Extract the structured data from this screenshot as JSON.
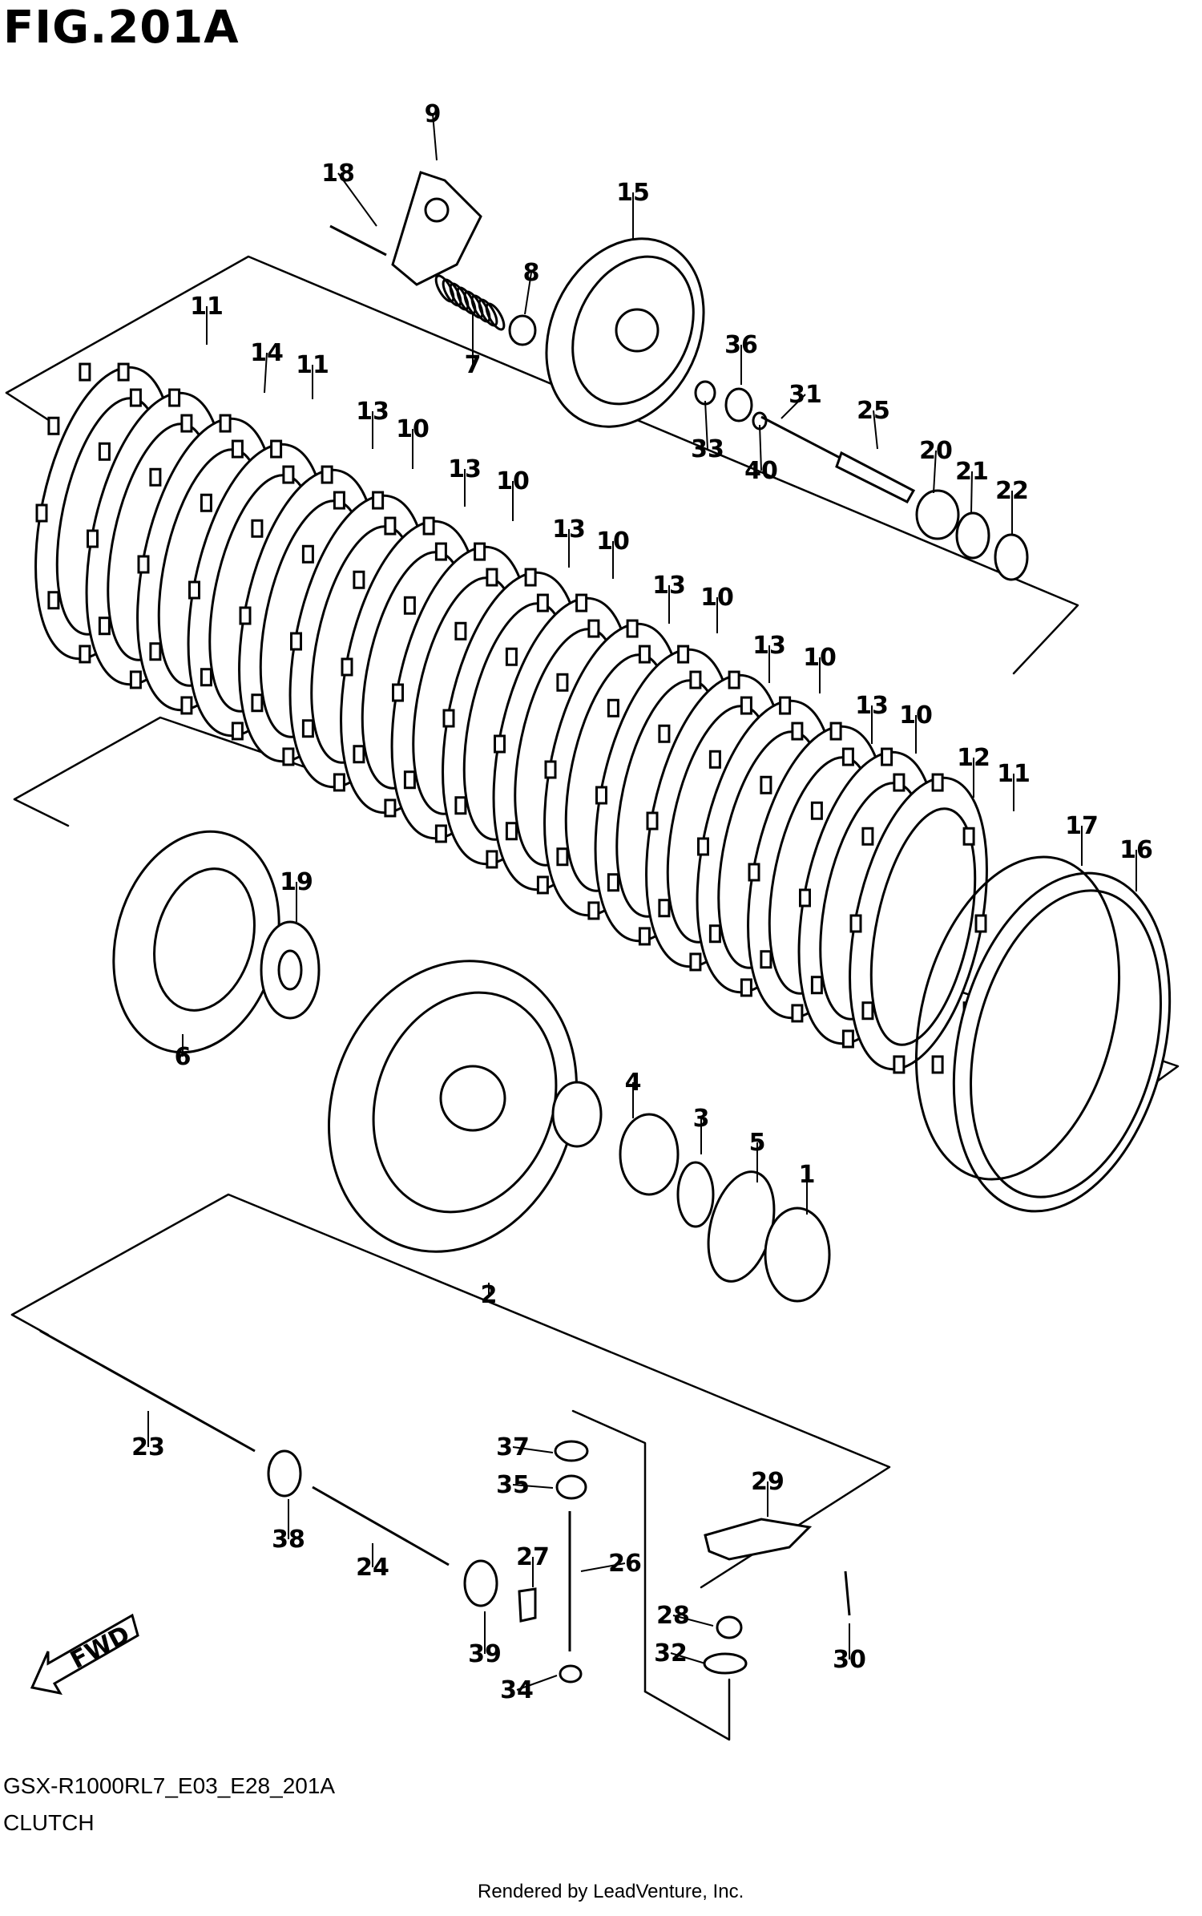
{
  "figure_title": "FIG.201A",
  "model_code": "GSX-R1000RL7_E03_E28_201A",
  "section_name": "CLUTCH",
  "credit": "Rendered by LeadVenture, Inc.",
  "fwd_label": "FWD",
  "callouts": [
    "9",
    "18",
    "15",
    "8",
    "7",
    "36",
    "31",
    "33",
    "40",
    "25",
    "20",
    "21",
    "22",
    "11",
    "14",
    "11",
    "13",
    "10",
    "13",
    "10",
    "13",
    "10",
    "13",
    "10",
    "13",
    "10",
    "13",
    "10",
    "12",
    "11",
    "17",
    "16",
    "19",
    "6",
    "4",
    "3",
    "5",
    "1",
    "2",
    "23",
    "37",
    "35",
    "29",
    "38",
    "24",
    "27",
    "26",
    "28",
    "30",
    "32",
    "39",
    "34"
  ]
}
